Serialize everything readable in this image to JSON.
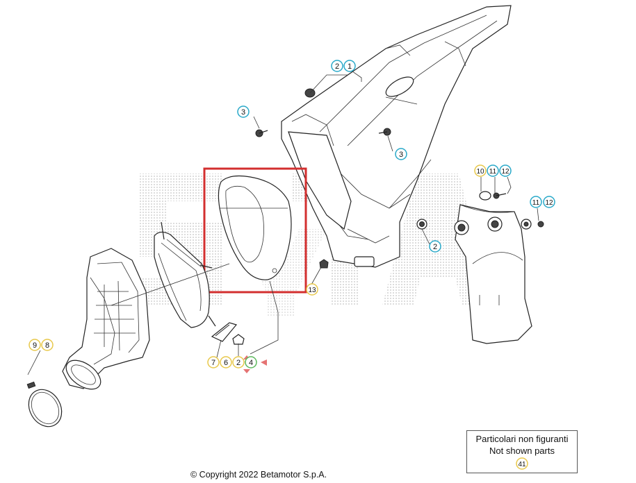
{
  "diagram": {
    "highlight_color": "#d32f2f",
    "callouts": {
      "c1": "1",
      "c2a": "2",
      "c3a": "3",
      "c3b": "3",
      "c2b": "2",
      "c13": "13",
      "c10": "10",
      "c11a": "11",
      "c12a": "12",
      "c11b": "11",
      "c12b": "12",
      "c9": "9",
      "c8": "8",
      "c7": "7",
      "c6": "6",
      "c2c": "2",
      "c4": "4"
    },
    "badge_colors": {
      "cyan": "#29a9c9",
      "yellow": "#e8c84a",
      "green": "#5cb85c"
    },
    "not_shown": {
      "line1": "Particolari non figuranti",
      "line2": "Not shown parts",
      "badge": "41"
    },
    "copyright": "© Copyright 2022 Betamotor S.p.A."
  }
}
